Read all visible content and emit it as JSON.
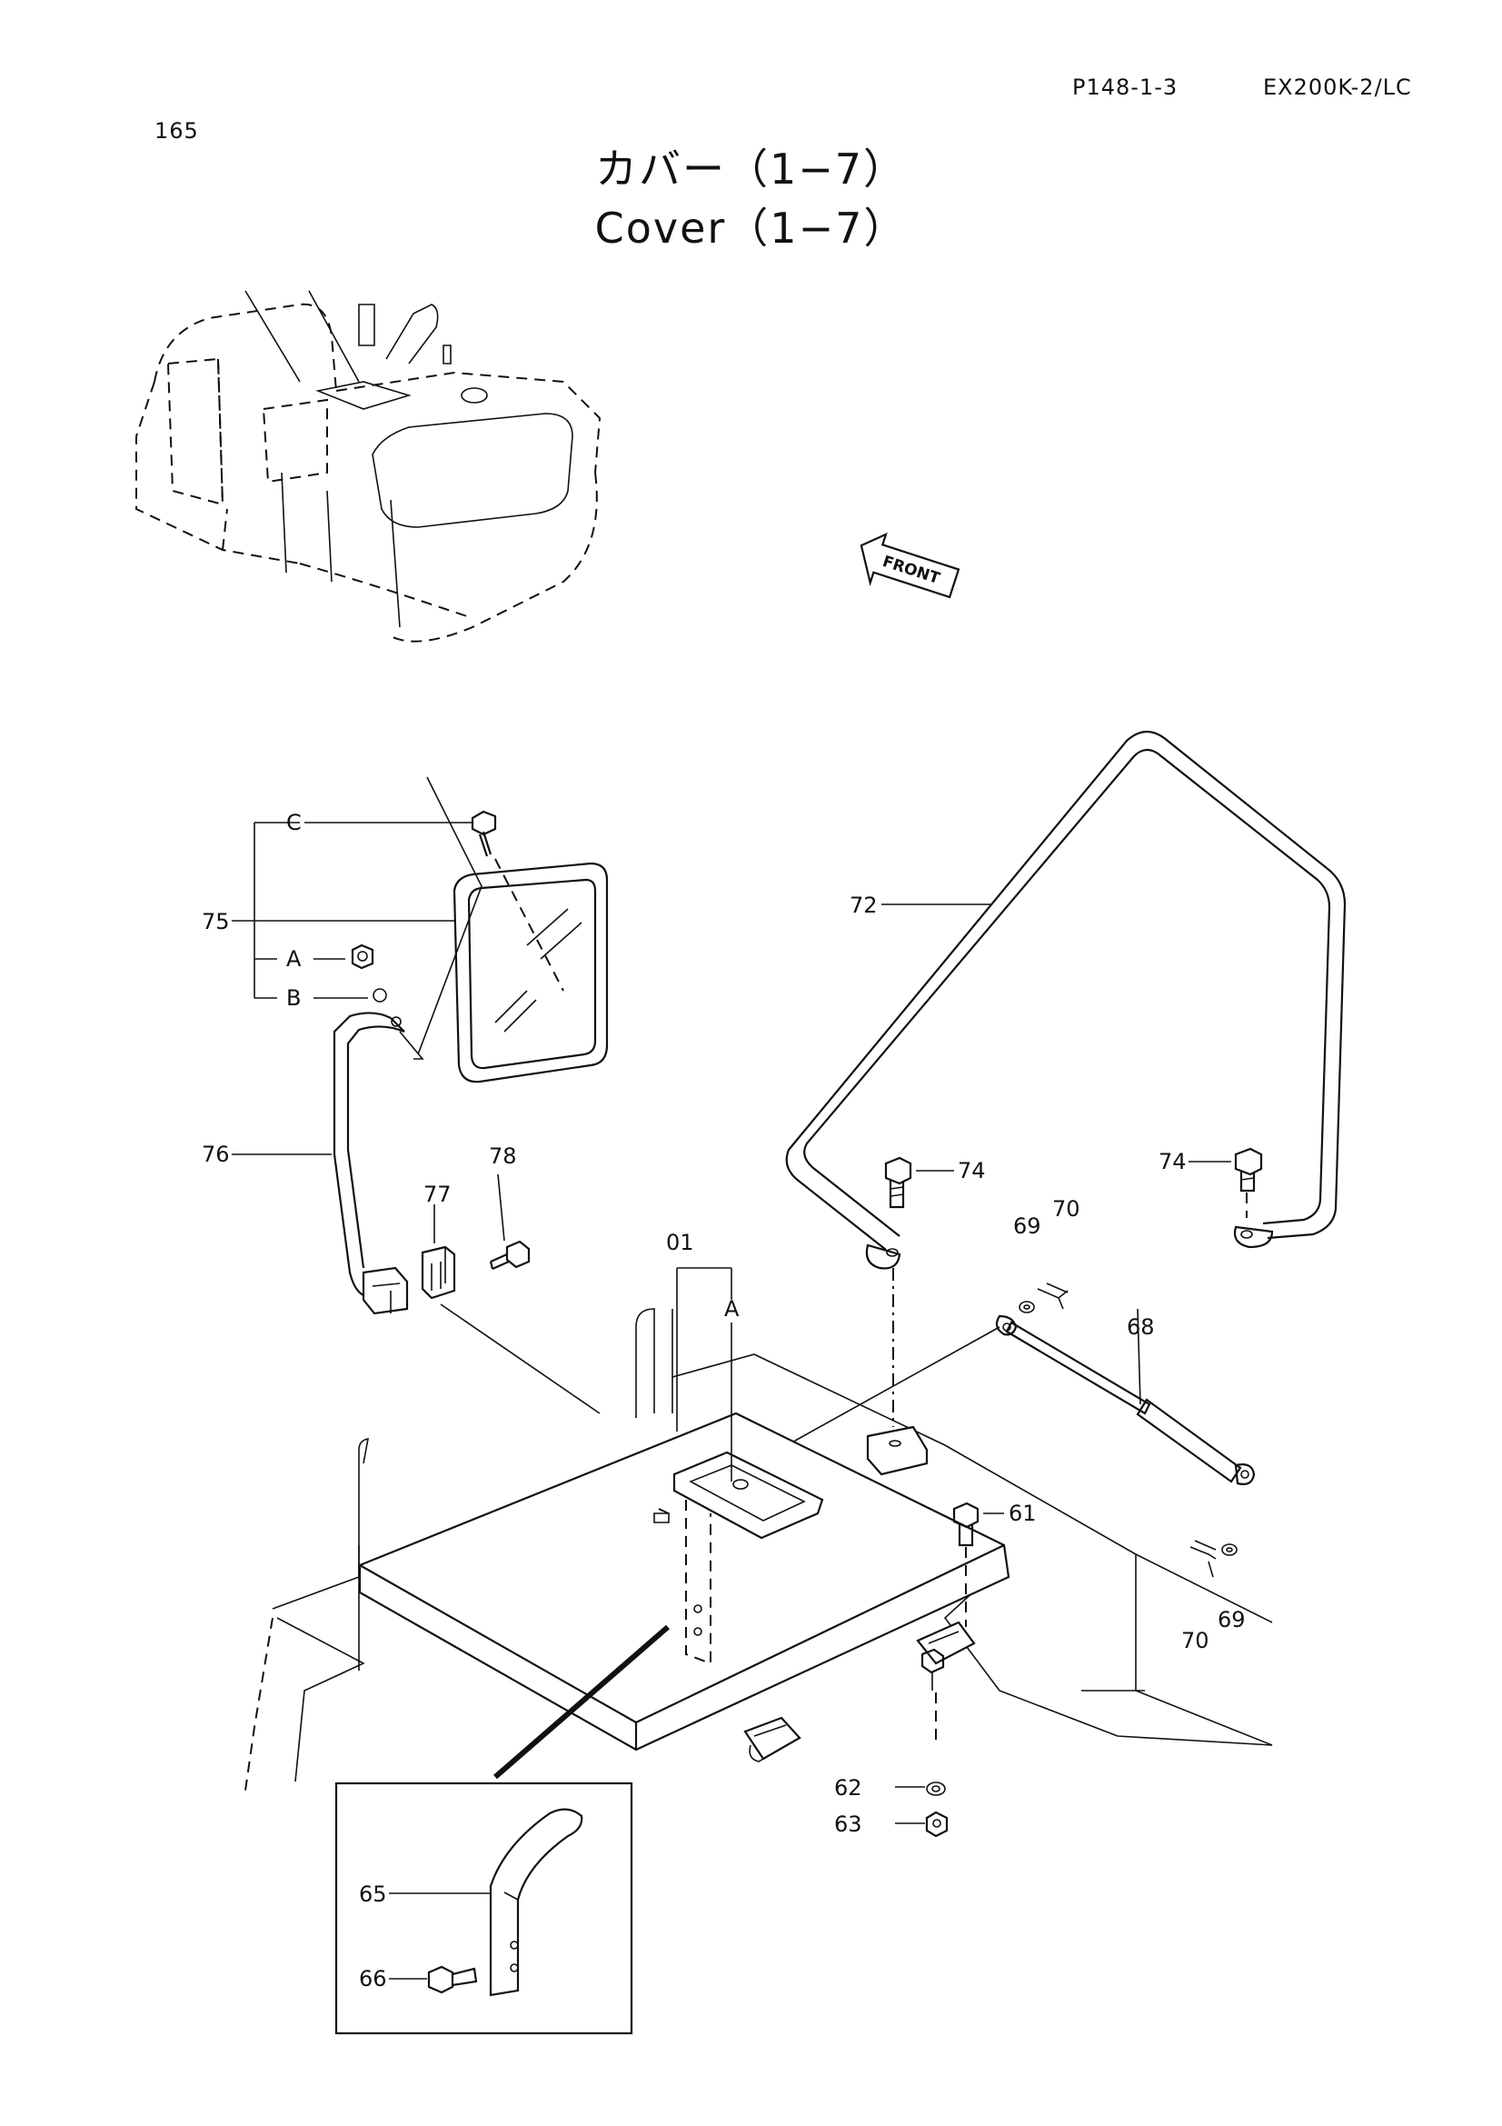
{
  "header": {
    "page_number": "165",
    "part_code": "P148-1-3",
    "model": "EX200K-2/LC"
  },
  "title": {
    "japanese": "カバー（1−7）",
    "english": "Cover（1−7）"
  },
  "direction_indicator": "FRONT",
  "callouts": {
    "c75": "75",
    "cA": "A",
    "cB": "B",
    "cC": "C",
    "c76": "76",
    "c77": "77",
    "c78": "78",
    "c72": "72",
    "c74a": "74",
    "c74b": "74",
    "c69a": "69",
    "c70a": "70",
    "c68": "68",
    "c01": "01",
    "c01A": "A",
    "c61": "61",
    "c69b": "69",
    "c70b": "70",
    "c62": "62",
    "c63": "63",
    "c65": "65",
    "c66": "66"
  }
}
